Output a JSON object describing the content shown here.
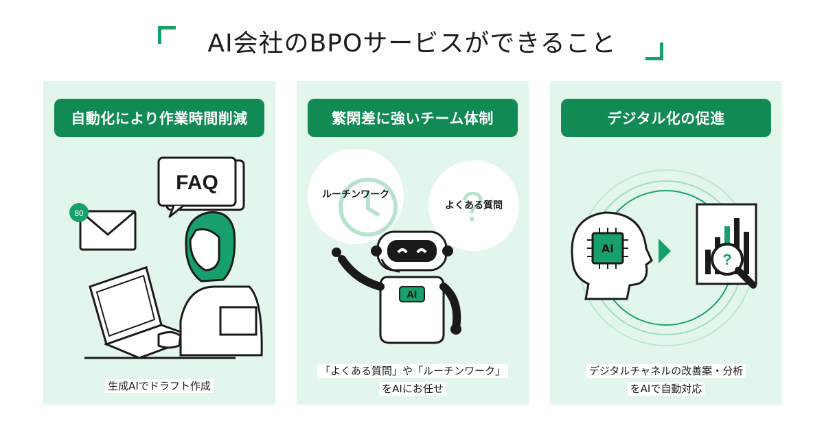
{
  "title": "AI会社のBPOサービスができること",
  "accent_color": "#17a06b",
  "cards": [
    {
      "heading": "自動化により作業時間削減",
      "badge": "80",
      "bubble": "FAQ",
      "caption_lines": [
        "生成AIでドラフト作成"
      ]
    },
    {
      "heading": "繁閑差に強いチーム体制",
      "bubble_left": "ルーチンワーク",
      "bubble_right": "よくある質問",
      "robot_label": "AI",
      "caption_lines": [
        "「よくある質問」や「ルーチンワーク」",
        "をAIにお任せ"
      ]
    },
    {
      "heading": "デジタル化の促進",
      "head_label": "AI",
      "caption_lines": [
        "デジタルチャネルの改善案・分析",
        "をAIで自動対応"
      ]
    }
  ]
}
